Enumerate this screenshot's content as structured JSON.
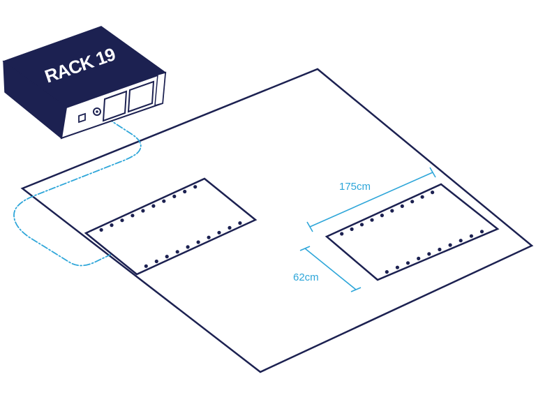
{
  "rack": {
    "label": "RACK 19"
  },
  "dimensions": {
    "length_label": "175cm",
    "width_label": "62cm"
  },
  "colors": {
    "navy": "#1c2151",
    "cyan": "#2ea6d9",
    "background": "#ffffff"
  },
  "pads": {
    "count": 2,
    "holes_per_long_side": 10
  }
}
